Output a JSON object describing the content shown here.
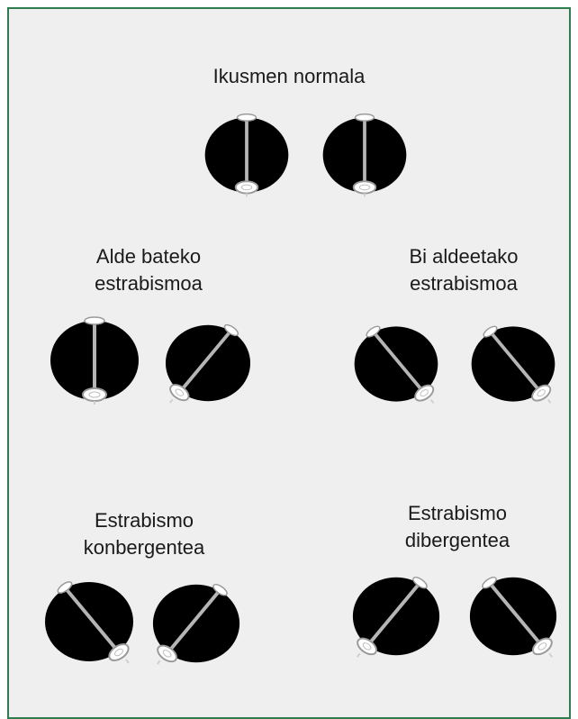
{
  "colors": {
    "frame_border": "#2e7d4f",
    "panel_background": "#efefef",
    "eye_fill": "#000000",
    "axis_line": "#b5b5b5",
    "text": "#1a1a1a"
  },
  "sections": {
    "normal": {
      "title": "Ikusmen normala"
    },
    "unilateral": {
      "line1": "Alde bateko",
      "line2": "estrabismoa"
    },
    "bilateral": {
      "line1": "Bi aldeetako",
      "line2": "estrabismoa"
    },
    "convergent": {
      "line1": "Estrabismo",
      "line2": "konbergentea"
    },
    "divergent": {
      "line1": "Estrabismo",
      "line2": "dibergentea"
    }
  },
  "eye_icons": [
    "eye-straight-icon",
    "eye-tilted-right-icon",
    "eye-tilted-left-icon"
  ]
}
